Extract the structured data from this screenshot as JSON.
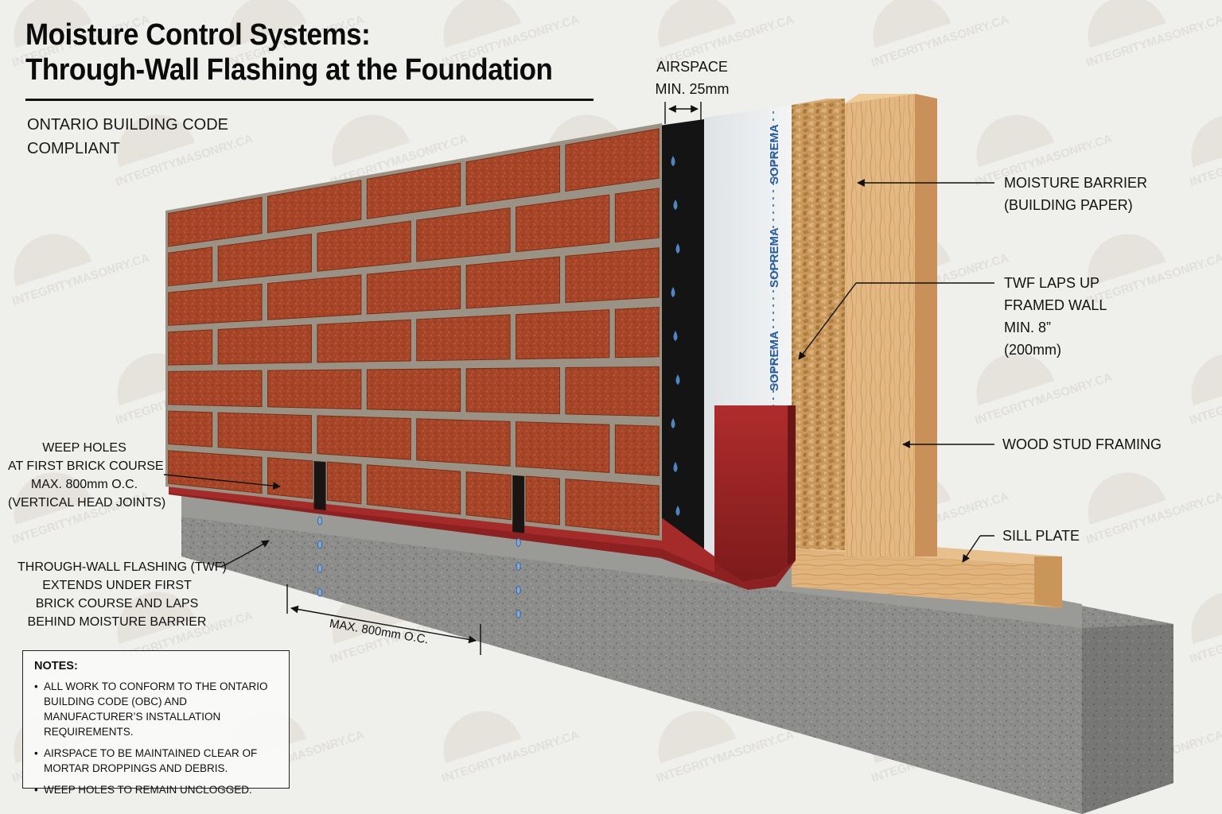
{
  "header": {
    "title_line1": "Moisture Control Systems:",
    "title_line2": "Through-Wall Flashing at the Foundation",
    "subtitle_line1": "ONTARIO BUILDING CODE",
    "subtitle_line2": "COMPLIANT"
  },
  "watermark": {
    "text": "INTEGRITYMASONRY.CA"
  },
  "membrane_brand": "SOPREMA",
  "labels": {
    "airspace": [
      "AIRSPACE",
      "MIN. 25mm"
    ],
    "moisture_barrier": [
      "MOISTURE BARRIER",
      "(BUILDING PAPER)"
    ],
    "twf_laps": [
      "TWF LAPS UP",
      "FRAMED WALL",
      "MIN. 8”",
      "(200mm)"
    ],
    "wood_stud": [
      "WOOD STUD FRAMING"
    ],
    "sill_plate": [
      "SILL PLATE"
    ],
    "weep_holes": [
      "WEEP HOLES",
      "AT FIRST BRICK COURSE",
      "MAX. 800mm O.C.",
      "(VERTICAL HEAD JOINTS)"
    ],
    "twf": [
      "THROUGH-WALL FLASHING (TWF)",
      "EXTENDS UNDER FIRST",
      "BRICK COURSE AND LAPS",
      "BEHIND MOISTURE BARRIER"
    ],
    "spacing": "MAX. 800mm O.C."
  },
  "notes": {
    "heading": "NOTES:",
    "items": [
      "ALL WORK TO CONFORM TO THE ONTARIO BUILDING CODE (OBC) AND MANUFACTURER’S INSTALLATION REQUIREMENTS.",
      "AIRSPACE TO BE MAINTAINED CLEAR OF MORTAR DROPPINGS AND DEBRIS.",
      "WEEP HOLES TO REMAIN UNCLOGGED."
    ]
  },
  "colors": {
    "brick": "#a64327",
    "mortar": "#9a9284",
    "concrete": "#8a8a88",
    "flashing": "#9c2424",
    "airspace": "#131313",
    "membrane": "#e9ecee",
    "sheathing": "#c99a5c",
    "stud": "#ddb07a",
    "accent_blue": "#2a5d9c"
  },
  "brick_wall": {
    "courses": [
      {
        "offset": 0,
        "pattern": "full"
      },
      {
        "offset": 0.5,
        "pattern": "full"
      },
      {
        "offset": 0,
        "pattern": "full"
      },
      {
        "offset": 0.5,
        "pattern": "full"
      },
      {
        "offset": 0,
        "pattern": "full"
      },
      {
        "offset": 0.5,
        "pattern": "full"
      },
      {
        "offset": 0,
        "pattern": "weeps"
      }
    ],
    "weep_hole_count": 2
  }
}
